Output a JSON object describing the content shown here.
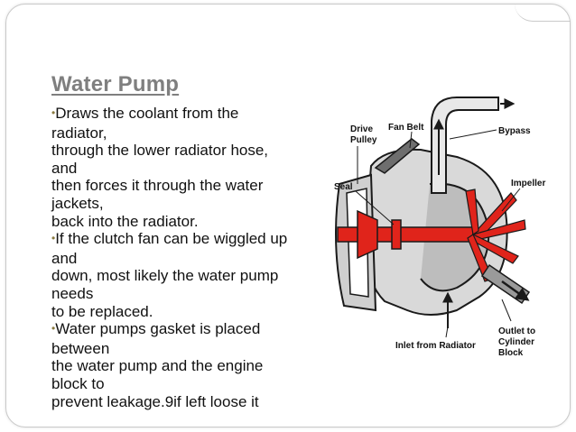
{
  "slide": {
    "title": "Water Pump",
    "lines": [
      {
        "bullet": true,
        "text": "Draws the coolant from the"
      },
      {
        "bullet": false,
        "text": "radiator,"
      },
      {
        "bullet": false,
        "text": " through the lower radiator hose,"
      },
      {
        "bullet": false,
        "text": "and"
      },
      {
        "bullet": false,
        "text": " then forces it through the water"
      },
      {
        "bullet": false,
        "text": "jackets,"
      },
      {
        "bullet": false,
        "text": " back into the radiator."
      },
      {
        "bullet": true,
        "text": "If the clutch fan can be wiggled up"
      },
      {
        "bullet": false,
        "text": "and"
      },
      {
        "bullet": false,
        "text": " down, most likely the water pump"
      },
      {
        "bullet": false,
        "text": "needs"
      },
      {
        "bullet": false,
        "text": " to be replaced."
      },
      {
        "bullet": true,
        "text": "Water pumps gasket is placed"
      },
      {
        "bullet": false,
        "text": "between"
      },
      {
        "bullet": false,
        "text": " the water pump and the engine"
      },
      {
        "bullet": false,
        "text": "block to"
      },
      {
        "bullet": false,
        "text": " prevent leakage.9if left loose it"
      }
    ]
  },
  "diagram": {
    "labels": {
      "drive_pulley_1": "Drive",
      "drive_pulley_2": "Pulley",
      "fan_belt": "Fan Belt",
      "bypass": "Bypass",
      "seal": "Seal",
      "impeller": "Impeller",
      "inlet": "Inlet from Radiator",
      "outlet_1": "Outlet to",
      "outlet_2": "Cylinder",
      "outlet_3": "Block"
    },
    "colors": {
      "shaft_red": "#e0241b",
      "housing_gray": "#8a8a8a",
      "outline": "#1a1a1a"
    }
  },
  "theme": {
    "title_color": "#7f7f7f",
    "bullet_color": "#8a7a40"
  }
}
